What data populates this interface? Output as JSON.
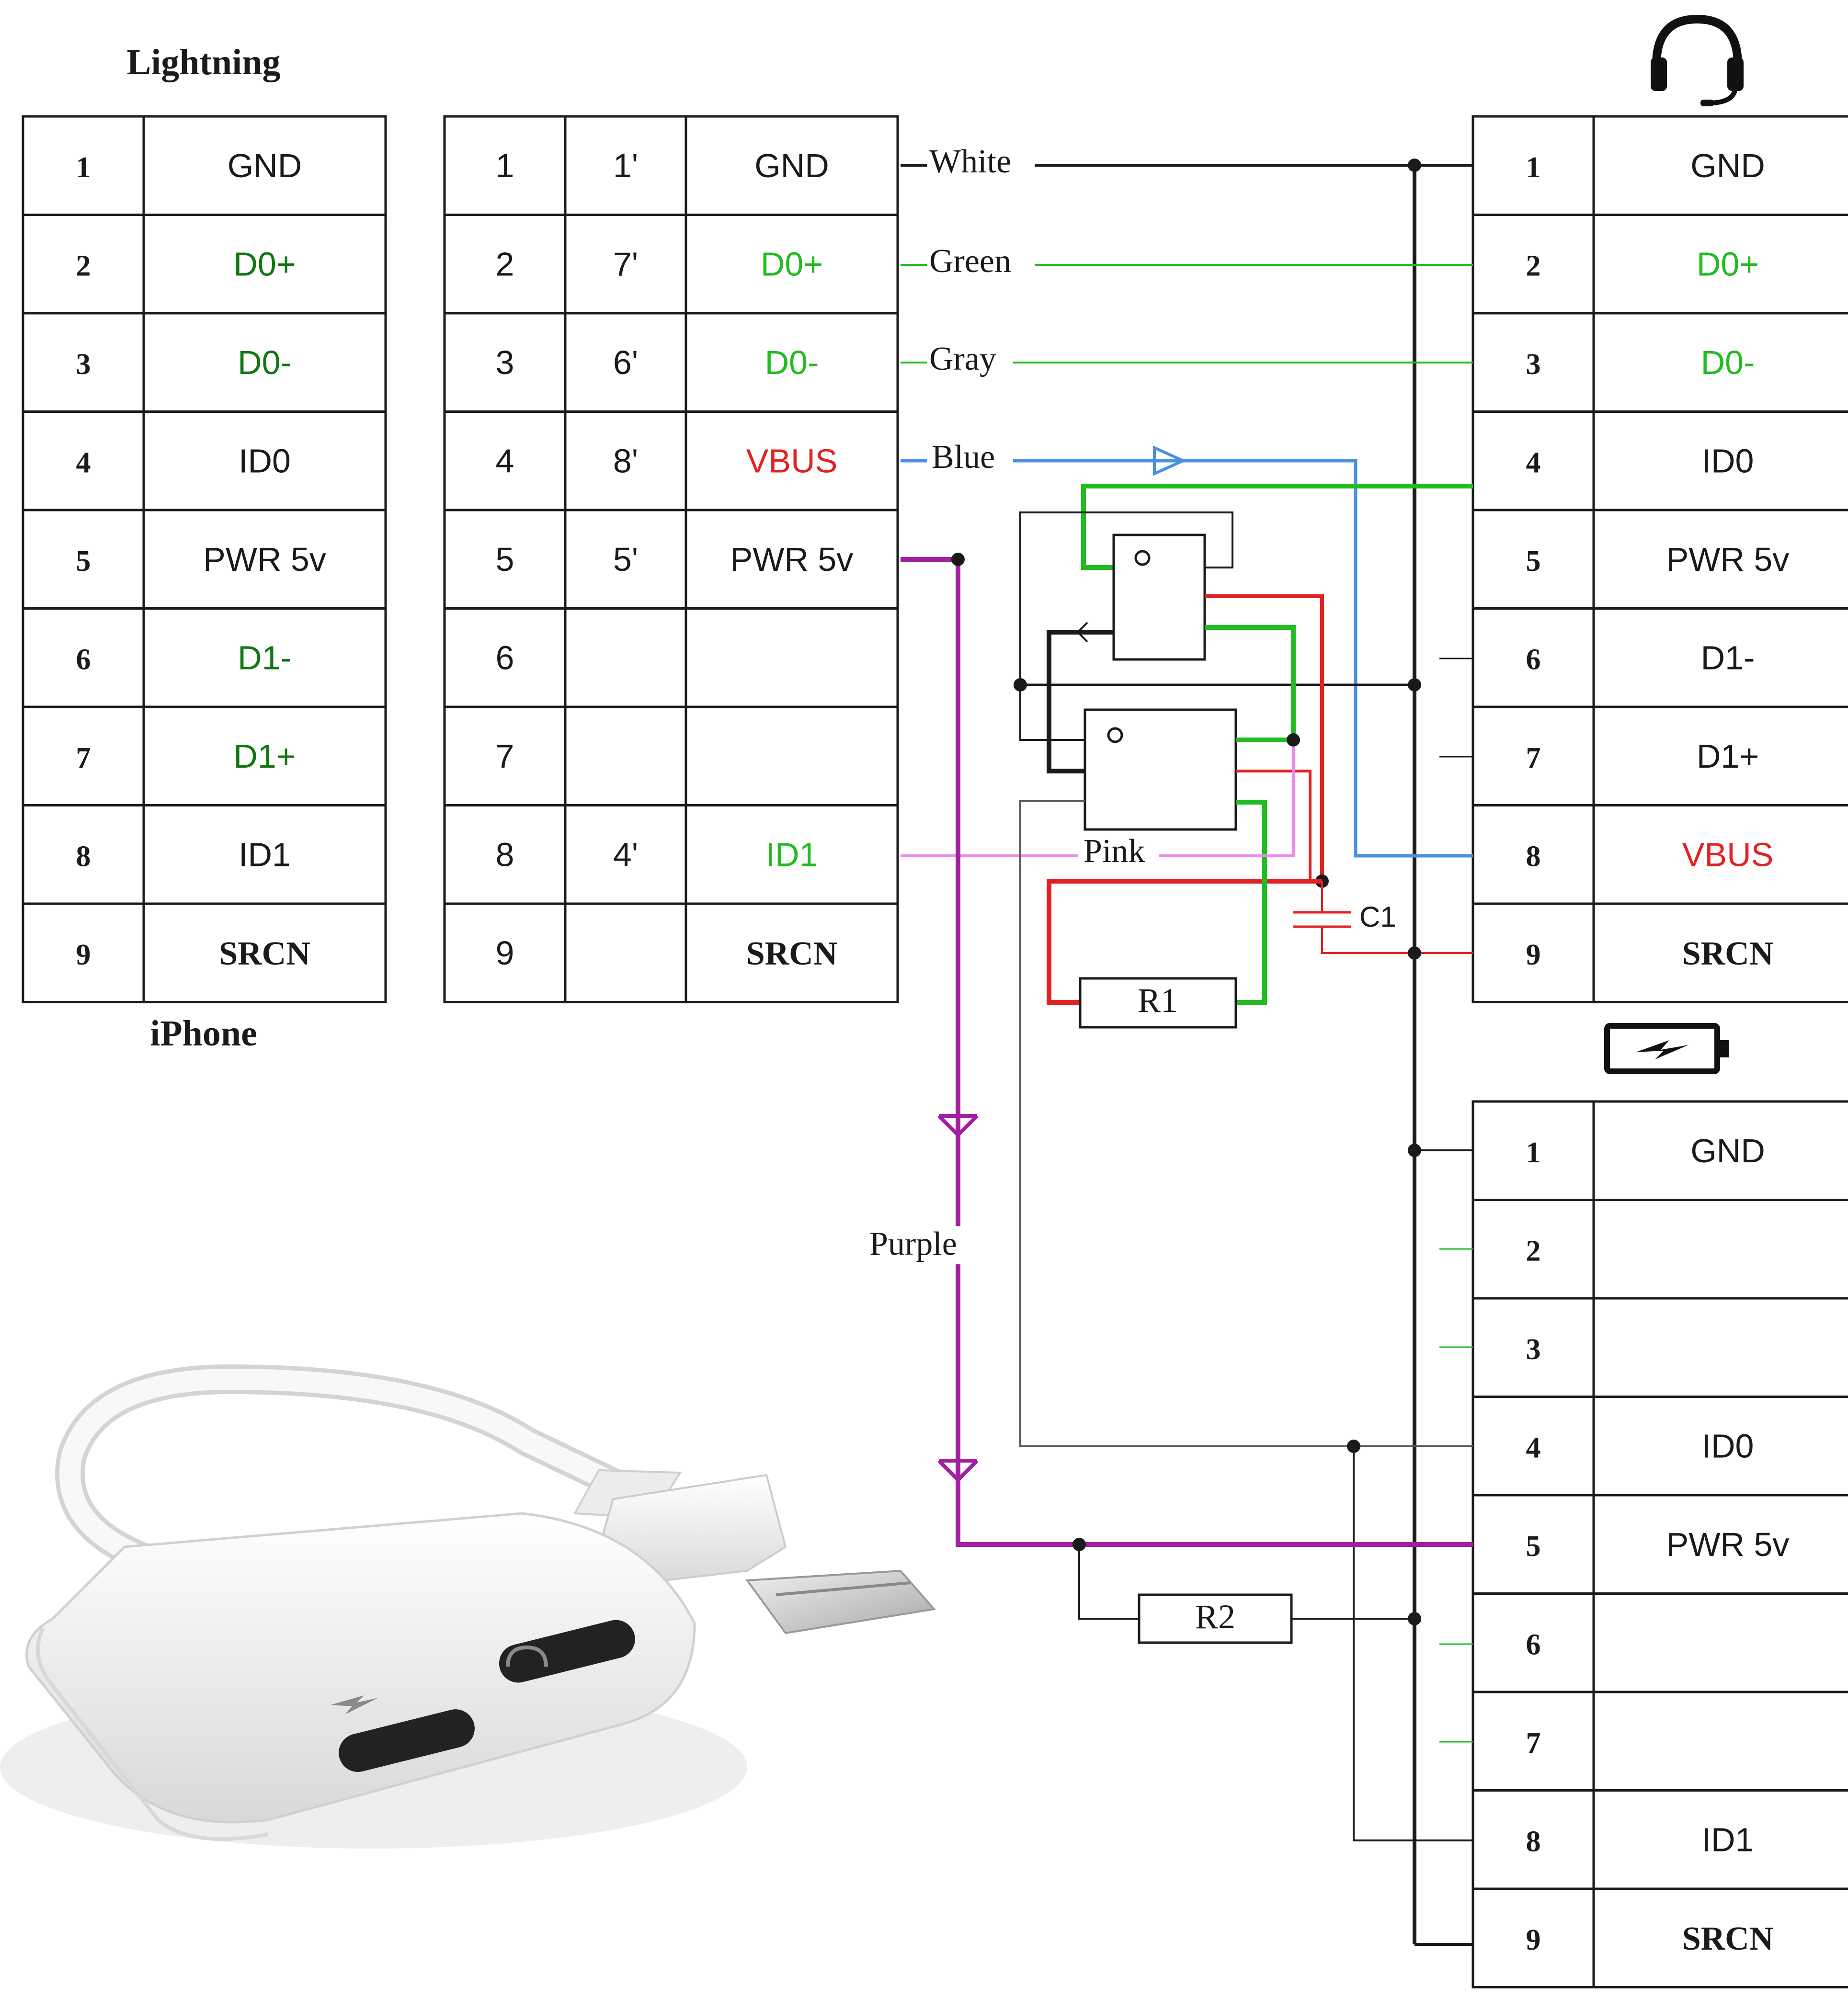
{
  "headings": {
    "lightning": "Lightning",
    "iphone": "iPhone"
  },
  "icons": {
    "headset": "headset-icon",
    "battery": "battery-charging-icon"
  },
  "colors": {
    "black": "#1a1a1a",
    "green": "#22bb22",
    "dark_green": "#117711",
    "red": "#e22222",
    "blue": "#4a90e2",
    "pink": "#ee88ee",
    "purple": "#a020a0",
    "gray": "#666666"
  },
  "lightning_table": [
    {
      "pin": "1",
      "signal": "GND",
      "color": "#1a1a1a"
    },
    {
      "pin": "2",
      "signal": "D0+",
      "color": "#117711"
    },
    {
      "pin": "3",
      "signal": "D0-",
      "color": "#117711"
    },
    {
      "pin": "4",
      "signal": "ID0",
      "color": "#1a1a1a"
    },
    {
      "pin": "5",
      "signal": "PWR 5v",
      "color": "#1a1a1a"
    },
    {
      "pin": "6",
      "signal": "D1-",
      "color": "#117711"
    },
    {
      "pin": "7",
      "signal": "D1+",
      "color": "#117711"
    },
    {
      "pin": "8",
      "signal": "ID1",
      "color": "#1a1a1a"
    },
    {
      "pin": "9",
      "signal": "SRCN",
      "color": "#1a1a1a"
    }
  ],
  "adapter_table": [
    {
      "pin": "1",
      "alt": "1'",
      "signal": "GND",
      "color": "#1a1a1a"
    },
    {
      "pin": "2",
      "alt": "7'",
      "signal": "D0+",
      "color": "#22bb22"
    },
    {
      "pin": "3",
      "alt": "6'",
      "signal": "D0-",
      "color": "#22bb22"
    },
    {
      "pin": "4",
      "alt": "8'",
      "signal": "VBUS",
      "color": "#e22222"
    },
    {
      "pin": "5",
      "alt": "5'",
      "signal": "PWR 5v",
      "color": "#1a1a1a"
    },
    {
      "pin": "6",
      "alt": "",
      "signal": "",
      "color": "#1a1a1a"
    },
    {
      "pin": "7",
      "alt": "",
      "signal": "",
      "color": "#1a1a1a"
    },
    {
      "pin": "8",
      "alt": "4'",
      "signal": "ID1",
      "color": "#22bb22"
    },
    {
      "pin": "9",
      "alt": "",
      "signal": "SRCN",
      "color": "#1a1a1a"
    }
  ],
  "headset_table": [
    {
      "pin": "1",
      "signal": "GND",
      "color": "#1a1a1a"
    },
    {
      "pin": "2",
      "signal": "D0+",
      "color": "#22bb22"
    },
    {
      "pin": "3",
      "signal": "D0-",
      "color": "#22bb22"
    },
    {
      "pin": "4",
      "signal": "ID0",
      "color": "#1a1a1a"
    },
    {
      "pin": "5",
      "signal": "PWR 5v",
      "color": "#1a1a1a"
    },
    {
      "pin": "6",
      "signal": "D1-",
      "color": "#1a1a1a"
    },
    {
      "pin": "7",
      "signal": "D1+",
      "color": "#1a1a1a"
    },
    {
      "pin": "8",
      "signal": "VBUS",
      "color": "#e22222"
    },
    {
      "pin": "9",
      "signal": "SRCN",
      "color": "#1a1a1a"
    }
  ],
  "charger_table": [
    {
      "pin": "1",
      "signal": "GND",
      "color": "#1a1a1a"
    },
    {
      "pin": "2",
      "signal": "",
      "color": "#1a1a1a"
    },
    {
      "pin": "3",
      "signal": "",
      "color": "#1a1a1a"
    },
    {
      "pin": "4",
      "signal": "ID0",
      "color": "#1a1a1a"
    },
    {
      "pin": "5",
      "signal": "PWR 5v",
      "color": "#1a1a1a"
    },
    {
      "pin": "6",
      "signal": "",
      "color": "#1a1a1a"
    },
    {
      "pin": "7",
      "signal": "",
      "color": "#1a1a1a"
    },
    {
      "pin": "8",
      "signal": "ID1",
      "color": "#1a1a1a"
    },
    {
      "pin": "9",
      "signal": "SRCN",
      "color": "#1a1a1a"
    }
  ],
  "wire_labels": {
    "white": "White",
    "green": "Green",
    "gray": "Gray",
    "blue": "Blue",
    "pink": "Pink",
    "purple": "Purple"
  },
  "components": {
    "r1": "R1",
    "r2": "R2",
    "c1": "C1"
  }
}
